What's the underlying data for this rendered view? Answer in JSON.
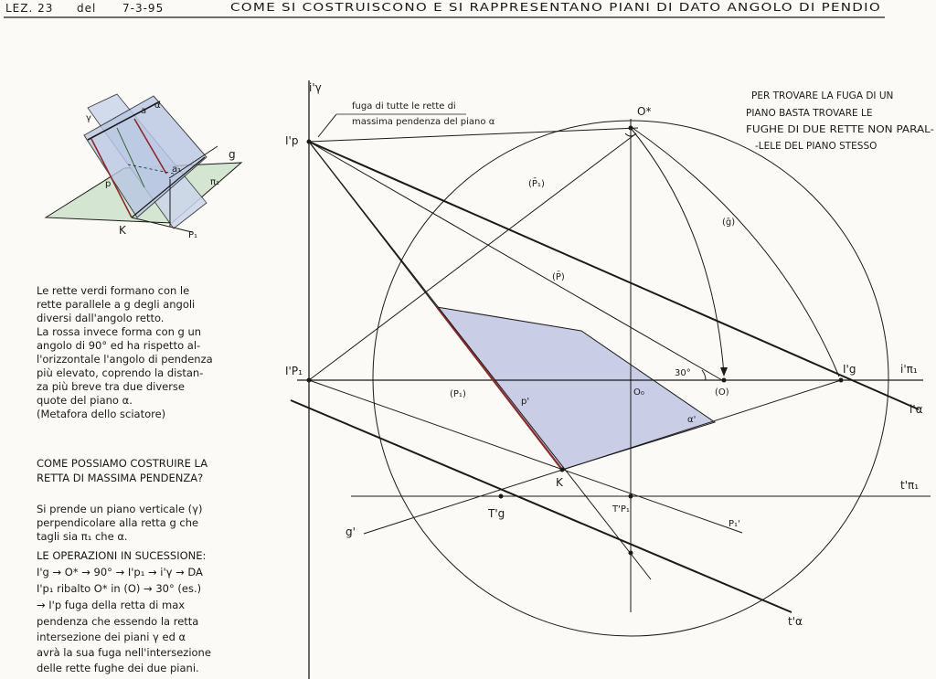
{
  "header": {
    "lesson": "LEZ. 23",
    "del": "del",
    "date": "7-3-95",
    "title": "COME SI COSTRUISCONO E SI RAPPRESENTANO PIANI DI DATO ANGOLO DI PENDIO"
  },
  "left_text": {
    "paragraph1": [
      "Le rette verdi formano con le",
      "rette parallele a g degli angoli",
      "diversi dall'angolo retto.",
      "La rossa invece forma con g un",
      "angolo di 90° ed ha rispetto al-",
      "l'orizzontale l'angolo di pendenza",
      "più elevato, coprendo la distan-",
      "za più breve tra due diverse",
      "quote del piano α.",
      "(Metafora dello sciatore)"
    ],
    "question": [
      "COME POSSIAMO COSTRUIRE LA",
      "RETTA DI MASSIMA PENDENZA?"
    ],
    "paragraph2": [
      "Si prende un piano verticale (γ)",
      "perpendicolare alla retta g che",
      "tagli sia π₁ che α.",
      "LE OPERAZIONI IN SUCESSIONE:",
      "I'g → O* → 90° → I'p₁ → i'γ → DA",
      "I'p₁ ribalto O* in (O) → 30° (es.)",
      "→ I'p fuga della retta di max",
      "pendenza che essendo la retta",
      "intersezione dei piani γ ed α",
      "avrà la sua fuga nell'intersezione",
      "delle rette fughe dei due piani."
    ]
  },
  "right_note": [
    "PER TROVARE LA FUGA DI UN",
    "PIANO BASTA TROVARE LE",
    "FUGHE DI DUE RETTE NON PARAL-",
    "-LELE DEL PIANO STESSO"
  ],
  "fuga_note": [
    "fuga di tutte le rette di",
    "massima pendenza del piano α"
  ],
  "sketch_labels": {
    "gamma": "γ",
    "alpha": "α",
    "a": "a",
    "a1": "a₁",
    "g": "g",
    "p": "p",
    "pi1": "π₁",
    "K": "K",
    "P1": "P₁"
  },
  "diagram_labels": {
    "i_gamma": "i'γ",
    "I_p": "I'p",
    "O_star": "O*",
    "P1_bar": "(P̄₁)",
    "g_bar": "(ḡ)",
    "P_bar": "(P̄)",
    "I_P1": "I'P₁",
    "P1_paren": "(P₁)",
    "O0": "O₀",
    "O_paren": "(O)",
    "angle30": "30°",
    "I_g": "I'g",
    "i_pi1": "i'π₁",
    "i_alpha": "i'α",
    "p_prime": "p'",
    "alpha_prime": "α'",
    "K": "K",
    "t_pi1": "t'π₁",
    "T_g": "T'g",
    "T_P1": "T'P₁",
    "P1_prime": "P₁'",
    "g_prime": "g'",
    "t_alpha": "t'α"
  },
  "colors": {
    "ink": "#1a1a1a",
    "plane_fill": "#c9cde6",
    "red_line": "#8a2a2a",
    "paper": "#fbfaf6",
    "ground": "#d8e8d4"
  }
}
